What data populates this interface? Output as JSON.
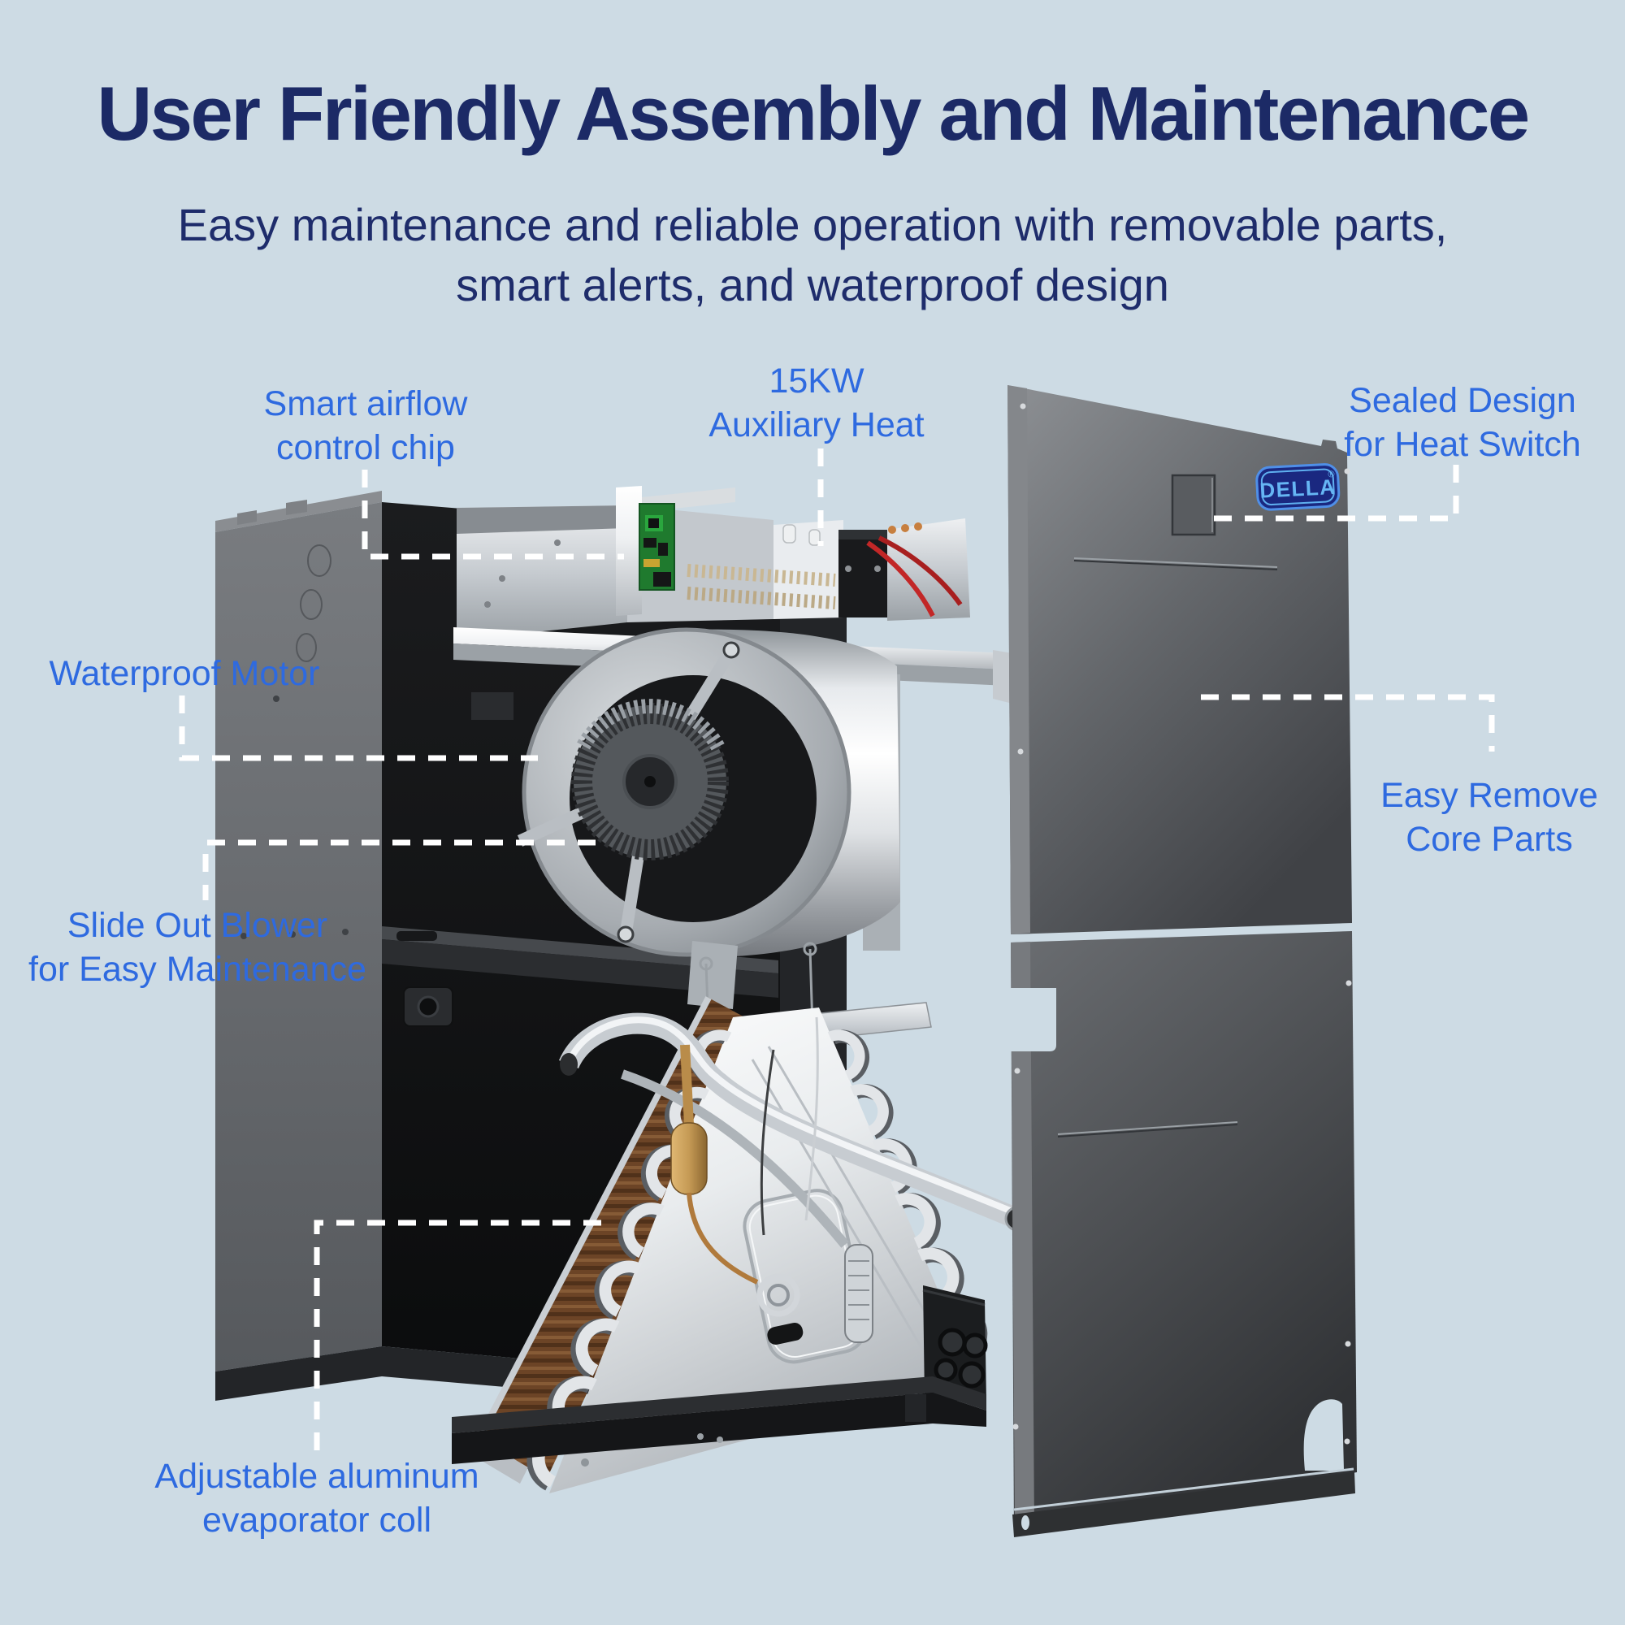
{
  "header": {
    "title": "User Friendly Assembly and Maintenance",
    "subtitle_line1": "Easy maintenance and reliable operation with removable parts,",
    "subtitle_line2": "smart alerts, and waterproof design"
  },
  "callouts": {
    "smart_airflow": {
      "line1": "Smart airflow",
      "line2": "control chip"
    },
    "auxiliary_heat": {
      "line1": "15KW",
      "line2": "Auxiliary Heat"
    },
    "sealed_design": {
      "line1": "Sealed Design",
      "line2": "for Heat Switch"
    },
    "waterproof_motor": {
      "line1": "Waterproof Motor"
    },
    "easy_remove": {
      "line1": "Easy Remove",
      "line2": "Core Parts"
    },
    "slide_out_blower": {
      "line1": "Slide Out Blower",
      "line2": "for Easy Maintenance"
    },
    "evaporator_coil": {
      "line1": "Adjustable aluminum",
      "line2": "evaporator coll"
    }
  },
  "brand": {
    "logo_text": "DELLA",
    "registered_mark": "®"
  },
  "colors": {
    "background": "#cddbe4",
    "title_navy": "#1c2a66",
    "callout_blue": "#2e6ae0",
    "callout_line_white": "#ffffff",
    "badge_navy": "#1a2880",
    "badge_text_blue": "#66b6f4"
  }
}
